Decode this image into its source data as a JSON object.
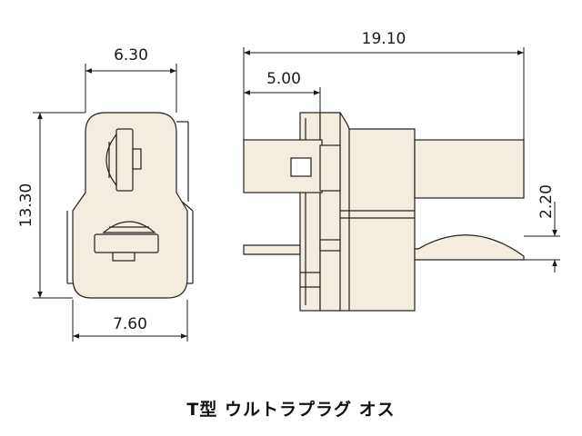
{
  "dimensions": {
    "front_top_width": "6.30",
    "front_bottom_width": "7.60",
    "front_height": "13.30",
    "side_total_length": "19.10",
    "side_partial_length": "5.00",
    "side_pin_thickness": "2.20"
  },
  "caption": "T型 ウルトラプラグ オス",
  "colors": {
    "line": "#222222",
    "body_fill": "#f3ecdf",
    "dimension": "#1a1a1a"
  }
}
